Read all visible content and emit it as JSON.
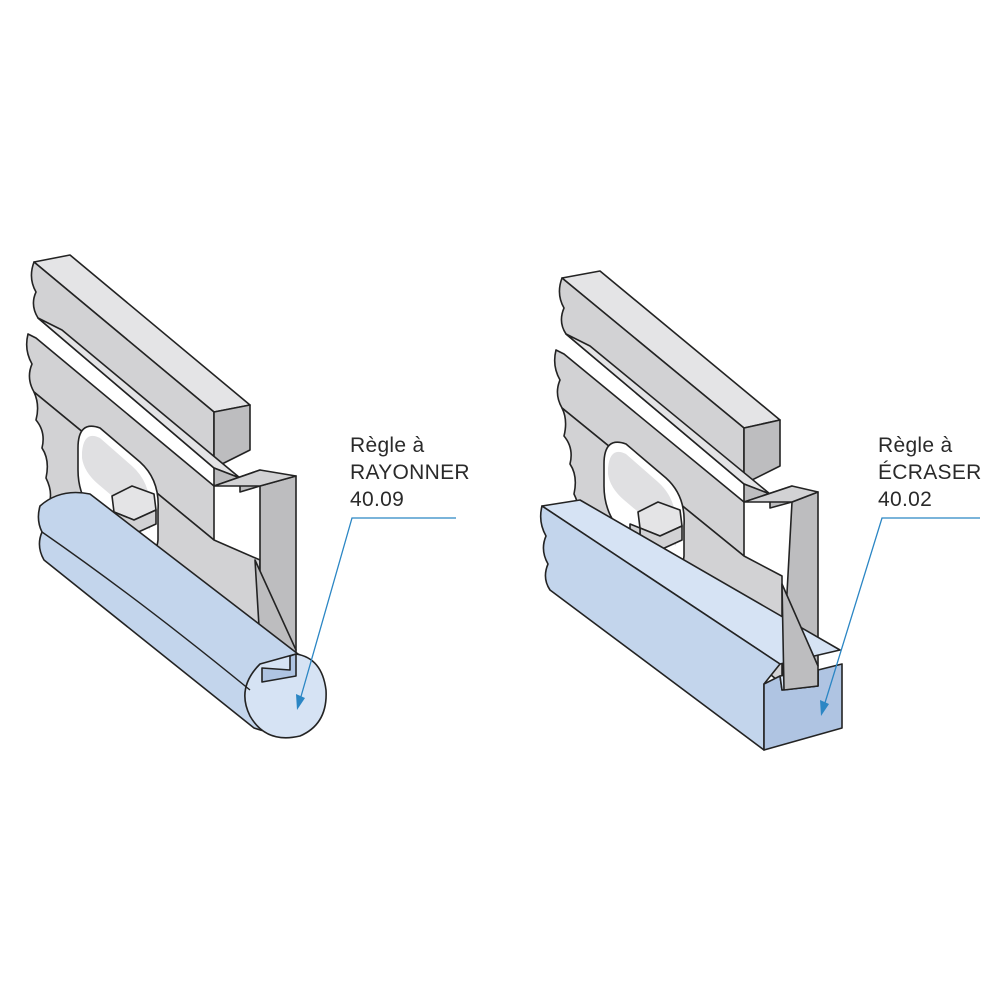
{
  "labels": {
    "left": {
      "line1": "Règle à",
      "line2": "RAYONNER",
      "line3": "40.09"
    },
    "right": {
      "line1": "Règle à",
      "line2": "ÉCRASER",
      "line3": "40.02"
    }
  },
  "colors": {
    "tool_steel": "#d2d2d4",
    "rule_blue": "#c3d5ec",
    "leader_blue": "#2b86c4",
    "outline": "#232323"
  }
}
